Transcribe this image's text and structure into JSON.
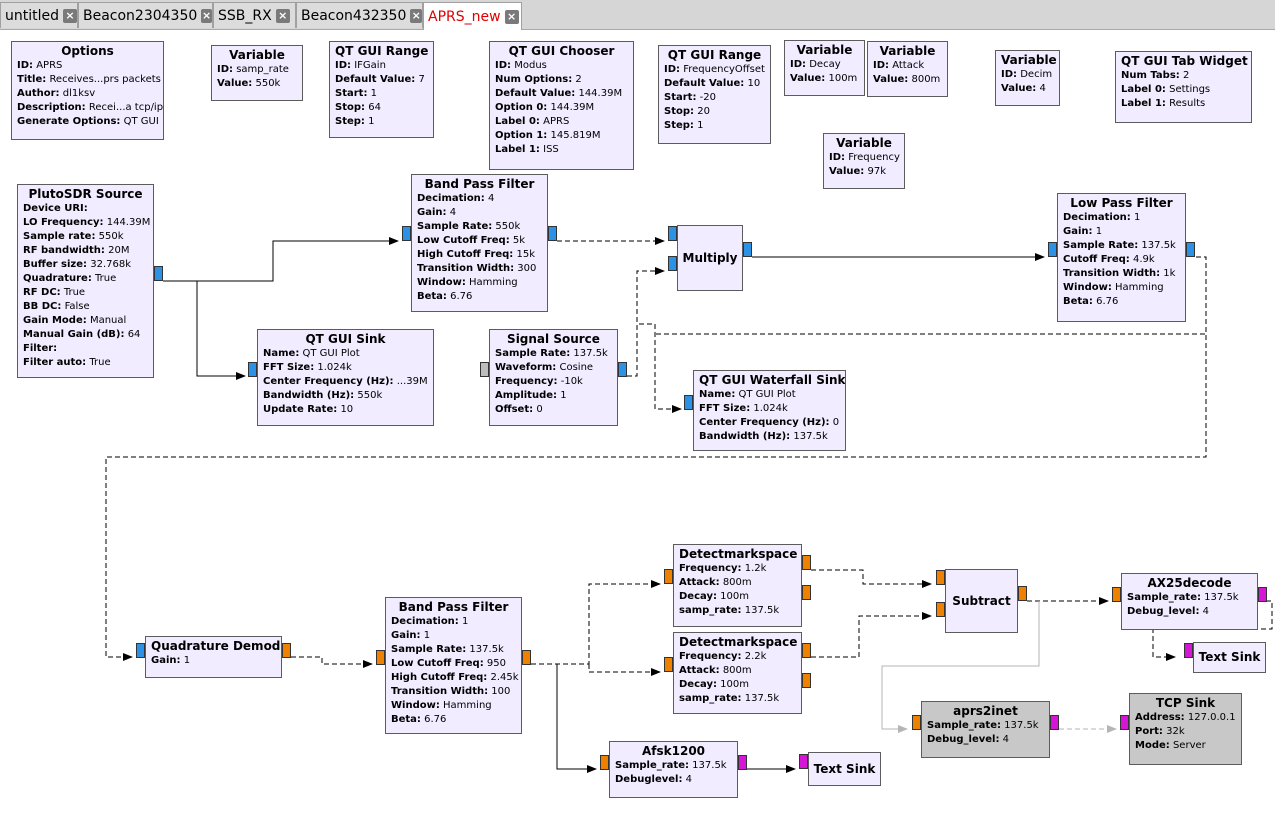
{
  "tabs": [
    {
      "label": "untitled"
    },
    {
      "label": "Beacon2304350"
    },
    {
      "label": "SSB_RX"
    },
    {
      "label": "Beacon432350"
    },
    {
      "label": "APRS_new",
      "active": true
    }
  ],
  "colors": {
    "active_tab_text": "#e00000",
    "block_fill": "#f1ecff",
    "disabled_block_fill": "#c8c8c8",
    "complex_port": "#2c92e6",
    "float_port": "#ee8200",
    "message_port": "#d616d6"
  },
  "blocks": {
    "options": {
      "title": "Options",
      "rows": [
        {
          "k": "ID:",
          "v": "APRS"
        },
        {
          "k": "Title:",
          "v": "Receives...prs packets"
        },
        {
          "k": "Author:",
          "v": "dl1ksv"
        },
        {
          "k": "Description:",
          "v": "Recei...a tcp/ip"
        },
        {
          "k": "Generate Options:",
          "v": "QT GUI"
        }
      ]
    },
    "var_samp_rate": {
      "title": "Variable",
      "rows": [
        {
          "k": "ID:",
          "v": "samp_rate"
        },
        {
          "k": "Value:",
          "v": "550k"
        }
      ]
    },
    "range_ifgain": {
      "title": "QT GUI Range",
      "rows": [
        {
          "k": "ID:",
          "v": "IFGain"
        },
        {
          "k": "Default Value:",
          "v": "7"
        },
        {
          "k": "Start:",
          "v": "1"
        },
        {
          "k": "Stop:",
          "v": "64"
        },
        {
          "k": "Step:",
          "v": "1"
        }
      ]
    },
    "chooser": {
      "title": "QT GUI Chooser",
      "rows": [
        {
          "k": "ID:",
          "v": "Modus"
        },
        {
          "k": "Num Options:",
          "v": "2"
        },
        {
          "k": "Default Value:",
          "v": "144.39M"
        },
        {
          "k": "Option 0:",
          "v": "144.39M"
        },
        {
          "k": "Label 0:",
          "v": "APRS"
        },
        {
          "k": "Option 1:",
          "v": "145.819M"
        },
        {
          "k": "Label 1:",
          "v": "ISS"
        }
      ]
    },
    "range_freqoffset": {
      "title": "QT GUI Range",
      "rows": [
        {
          "k": "ID:",
          "v": "FrequencyOffset"
        },
        {
          "k": "Default Value:",
          "v": "10"
        },
        {
          "k": "Start:",
          "v": "-20"
        },
        {
          "k": "Stop:",
          "v": "20"
        },
        {
          "k": "Step:",
          "v": "1"
        }
      ]
    },
    "var_decay": {
      "title": "Variable",
      "rows": [
        {
          "k": "ID:",
          "v": "Decay"
        },
        {
          "k": "Value:",
          "v": "100m"
        }
      ]
    },
    "var_attack": {
      "title": "Variable",
      "rows": [
        {
          "k": "ID:",
          "v": "Attack"
        },
        {
          "k": "Value:",
          "v": "800m"
        }
      ]
    },
    "var_decim": {
      "title": "Variable",
      "rows": [
        {
          "k": "ID:",
          "v": "Decim"
        },
        {
          "k": "Value:",
          "v": "4"
        }
      ]
    },
    "tab_widget": {
      "title": "QT GUI Tab Widget",
      "rows": [
        {
          "k": "Num Tabs:",
          "v": "2"
        },
        {
          "k": "Label 0:",
          "v": "Settings"
        },
        {
          "k": "Label 1:",
          "v": "Results"
        }
      ]
    },
    "var_frequency": {
      "title": "Variable",
      "rows": [
        {
          "k": "ID:",
          "v": "Frequency"
        },
        {
          "k": "Value:",
          "v": "97k"
        }
      ]
    },
    "pluto": {
      "title": "PlutoSDR Source",
      "rows": [
        {
          "k": "Device URI:",
          "v": ""
        },
        {
          "k": "LO Frequency:",
          "v": "144.39M"
        },
        {
          "k": "Sample rate:",
          "v": "550k"
        },
        {
          "k": "RF bandwidth:",
          "v": "20M"
        },
        {
          "k": "Buffer size:",
          "v": "32.768k"
        },
        {
          "k": "Quadrature:",
          "v": "True"
        },
        {
          "k": "RF DC:",
          "v": "True"
        },
        {
          "k": "BB DC:",
          "v": "False"
        },
        {
          "k": "Gain Mode:",
          "v": "Manual"
        },
        {
          "k": "Manual Gain (dB):",
          "v": "64"
        },
        {
          "k": "Filter:",
          "v": ""
        },
        {
          "k": "Filter auto:",
          "v": "True"
        }
      ]
    },
    "bpf1": {
      "title": "Band Pass Filter",
      "rows": [
        {
          "k": "Decimation:",
          "v": "4"
        },
        {
          "k": "Gain:",
          "v": "4"
        },
        {
          "k": "Sample Rate:",
          "v": "550k"
        },
        {
          "k": "Low Cutoff Freq:",
          "v": "5k"
        },
        {
          "k": "High Cutoff Freq:",
          "v": "15k"
        },
        {
          "k": "Transition Width:",
          "v": "300"
        },
        {
          "k": "Window:",
          "v": "Hamming"
        },
        {
          "k": "Beta:",
          "v": "6.76"
        }
      ]
    },
    "multiply": {
      "title": "Multiply",
      "rows": []
    },
    "lpf": {
      "title": "Low Pass Filter",
      "rows": [
        {
          "k": "Decimation:",
          "v": "1"
        },
        {
          "k": "Gain:",
          "v": "1"
        },
        {
          "k": "Sample Rate:",
          "v": "137.5k"
        },
        {
          "k": "Cutoff Freq:",
          "v": "4.9k"
        },
        {
          "k": "Transition Width:",
          "v": "1k"
        },
        {
          "k": "Window:",
          "v": "Hamming"
        },
        {
          "k": "Beta:",
          "v": "6.76"
        }
      ]
    },
    "gui_sink": {
      "title": "QT GUI Sink",
      "rows": [
        {
          "k": "Name:",
          "v": "QT GUI Plot"
        },
        {
          "k": "FFT Size:",
          "v": "1.024k"
        },
        {
          "k": "Center Frequency (Hz):",
          "v": "...39M"
        },
        {
          "k": "Bandwidth (Hz):",
          "v": "550k"
        },
        {
          "k": "Update Rate:",
          "v": "10"
        }
      ]
    },
    "sig_source": {
      "title": "Signal Source",
      "rows": [
        {
          "k": "Sample Rate:",
          "v": "137.5k"
        },
        {
          "k": "Waveform:",
          "v": "Cosine"
        },
        {
          "k": "Frequency:",
          "v": "-10k"
        },
        {
          "k": "Amplitude:",
          "v": "1"
        },
        {
          "k": "Offset:",
          "v": "0"
        }
      ]
    },
    "waterfall": {
      "title": "QT GUI Waterfall Sink",
      "rows": [
        {
          "k": "Name:",
          "v": "QT GUI Plot"
        },
        {
          "k": "FFT Size:",
          "v": "1.024k"
        },
        {
          "k": "Center Frequency (Hz):",
          "v": "0"
        },
        {
          "k": "Bandwidth (Hz):",
          "v": "137.5k"
        }
      ]
    },
    "quad_demod": {
      "title": "Quadrature Demod",
      "rows": [
        {
          "k": "Gain:",
          "v": "1"
        }
      ]
    },
    "bpf2": {
      "title": "Band Pass Filter",
      "rows": [
        {
          "k": "Decimation:",
          "v": "1"
        },
        {
          "k": "Gain:",
          "v": "1"
        },
        {
          "k": "Sample Rate:",
          "v": "137.5k"
        },
        {
          "k": "Low Cutoff Freq:",
          "v": "950"
        },
        {
          "k": "High Cutoff Freq:",
          "v": "2.45k"
        },
        {
          "k": "Transition Width:",
          "v": "100"
        },
        {
          "k": "Window:",
          "v": "Hamming"
        },
        {
          "k": "Beta:",
          "v": "6.76"
        }
      ]
    },
    "dms1": {
      "title": "Detectmarkspace",
      "rows": [
        {
          "k": "Frequency:",
          "v": "1.2k"
        },
        {
          "k": "Attack:",
          "v": "800m"
        },
        {
          "k": "Decay:",
          "v": "100m"
        },
        {
          "k": "samp_rate:",
          "v": "137.5k"
        }
      ]
    },
    "dms2": {
      "title": "Detectmarkspace",
      "rows": [
        {
          "k": "Frequency:",
          "v": "2.2k"
        },
        {
          "k": "Attack:",
          "v": "800m"
        },
        {
          "k": "Decay:",
          "v": "100m"
        },
        {
          "k": "samp_rate:",
          "v": "137.5k"
        }
      ]
    },
    "subtract": {
      "title": "Subtract",
      "rows": []
    },
    "ax25": {
      "title": "AX25decode",
      "rows": [
        {
          "k": "Sample_rate:",
          "v": "137.5k"
        },
        {
          "k": "Debug_level:",
          "v": "4"
        }
      ]
    },
    "textsink1": {
      "title": "Text Sink",
      "rows": []
    },
    "aprs2inet": {
      "title": "aprs2inet",
      "rows": [
        {
          "k": "Sample_rate:",
          "v": "137.5k"
        },
        {
          "k": "Debug_level:",
          "v": "4"
        }
      ]
    },
    "tcpsink": {
      "title": "TCP Sink",
      "rows": [
        {
          "k": "Address:",
          "v": "127.0.0.1"
        },
        {
          "k": "Port:",
          "v": "32k"
        },
        {
          "k": "Mode:",
          "v": "Server"
        }
      ]
    },
    "afsk": {
      "title": "Afsk1200",
      "rows": [
        {
          "k": "Sample_rate:",
          "v": "137.5k"
        },
        {
          "k": "Debuglevel:",
          "v": "4"
        }
      ]
    },
    "textsink2": {
      "title": "Text Sink",
      "rows": []
    }
  }
}
